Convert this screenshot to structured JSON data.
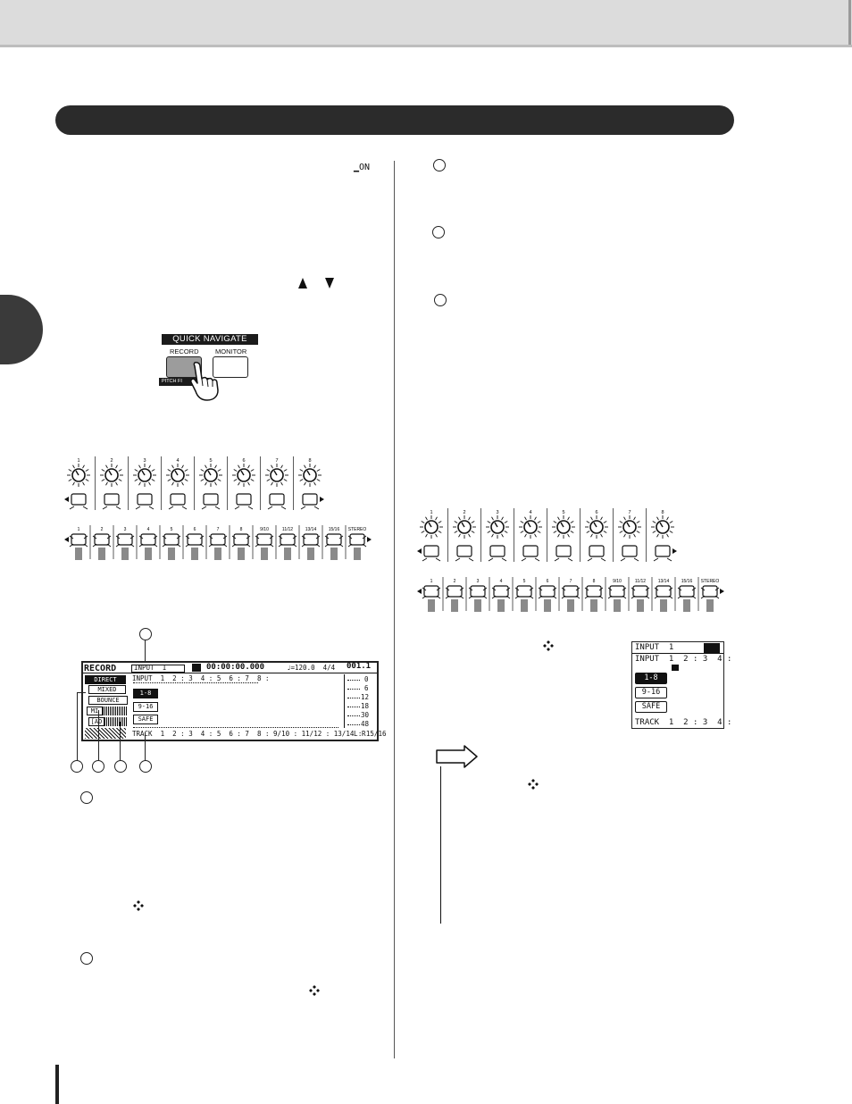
{
  "quick_navigate": {
    "title": "QUICK NAVIGATE",
    "record_label": "RECORD",
    "monitor_label": "MONITOR",
    "sub_label": "PITCH FI"
  },
  "lcd_main": {
    "mode_title": "RECORD",
    "header_input": "INPUT  1",
    "time": "00:00:00.000",
    "tempo": "♩=120.0  4/4",
    "bar": "001.1",
    "input_row": "INPUT  1  2 : 3  4 : 5  6 : 7  8 :",
    "tabs": [
      "DIRECT",
      "MIXED",
      "BOUNCE",
      "MI",
      "[AD"
    ],
    "groups": [
      "1-8",
      "9-16",
      "SAFE"
    ],
    "track_row": "TRACK  1  2 : 3  4 : 5  6 : 7  8 : 9/10 : 11/12 : 13/14 : 15/16",
    "track_end": "L R",
    "meter_scale": [
      "0",
      "6",
      "12",
      "18",
      "30",
      "48"
    ]
  },
  "lcd_small": {
    "header": "INPUT  1",
    "input_row": "INPUT  1  2 : 3  4 :",
    "groups": [
      "1-8",
      "9-16",
      "SAFE"
    ],
    "track_row": "TRACK  1  2 : 3  4 :"
  },
  "strip_left": {
    "knob_labels": [
      "1",
      "2",
      "3",
      "4",
      "5",
      "6",
      "7",
      "8"
    ],
    "fader_labels": [
      "1",
      "2",
      "3",
      "4",
      "5",
      "6",
      "7",
      "8",
      "9/10",
      "11/12",
      "13/14",
      "15/16",
      "STEREO"
    ]
  },
  "strip_right": {
    "knob_labels": [
      "1",
      "2",
      "3",
      "4",
      "5",
      "6",
      "7",
      "8"
    ],
    "fader_labels": [
      "1",
      "2",
      "3",
      "4",
      "5",
      "6",
      "7",
      "8",
      "9/10",
      "11/12",
      "13/14",
      "15/16",
      "STEREO"
    ]
  },
  "glyphs": {
    "on_mark": "▁ON"
  }
}
